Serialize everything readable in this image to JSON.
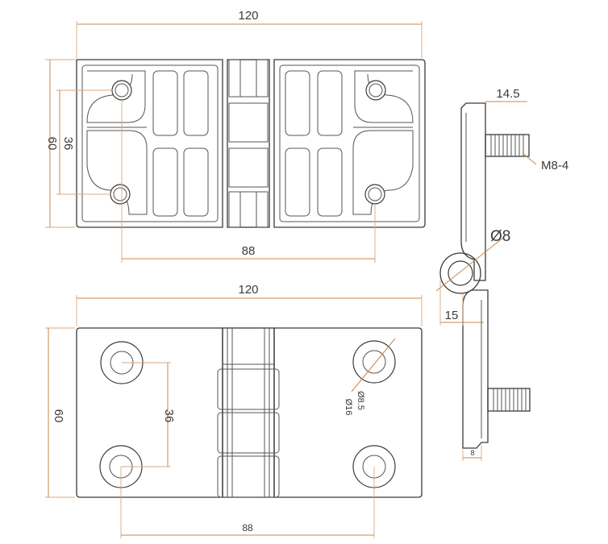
{
  "top_view": {
    "overall_width": "120",
    "overall_height": "60",
    "hole_spacing_vertical": "36",
    "hole_spacing_horizontal": "88"
  },
  "bottom_view": {
    "overall_width": "120",
    "overall_height": "60",
    "hole_spacing_vertical": "36",
    "hole_spacing_horizontal": "88",
    "hole_diameter_1": "Ø8.5",
    "hole_diameter_2": "Ø16"
  },
  "side_view": {
    "offset_top": "14.5",
    "thread_spec": "M8-4",
    "pin_diameter": "Ø8",
    "knuckle_offset": "15",
    "thickness": "8"
  }
}
